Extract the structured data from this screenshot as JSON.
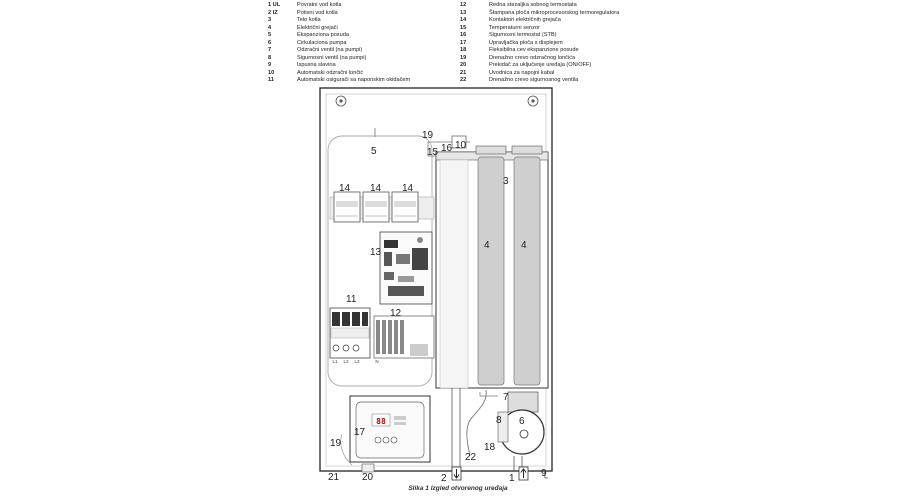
{
  "legend": {
    "left": [
      {
        "num": "1 UL",
        "label": "Povratni vod kotla"
      },
      {
        "num": "2 IZ",
        "label": "Potisni vod kotla"
      },
      {
        "num": "3",
        "label": "Telo kotla"
      },
      {
        "num": "4",
        "label": "Električni grejači"
      },
      {
        "num": "5",
        "label": "Ekspanziona posuda"
      },
      {
        "num": "6",
        "label": "Cirkulaciona pumpa"
      },
      {
        "num": "7",
        "label": "Odzračni ventil (na pumpi)"
      },
      {
        "num": "8",
        "label": "Sigurnosni ventil (na pumpi)"
      },
      {
        "num": "9",
        "label": "Ispusna slavina"
      },
      {
        "num": "10",
        "label": "Automatski odzračni lončić"
      },
      {
        "num": "11",
        "label": "Automatski osigurači sa naponskim okidačem"
      }
    ],
    "right": [
      {
        "num": "12",
        "label": "Redna stezaljka sobnog termostata"
      },
      {
        "num": "13",
        "label": "Štampana ploča mikroprocesorskog termoregulatora"
      },
      {
        "num": "14",
        "label": "Kontaktori električnih grejača"
      },
      {
        "num": "15",
        "label": "Temperaturni senzor"
      },
      {
        "num": "16",
        "label": "Sigurnosni termostat (STB)"
      },
      {
        "num": "17",
        "label": "Upravljačka ploča s displejem"
      },
      {
        "num": "18",
        "label": "Fleksibilna cev ekspanzione posude"
      },
      {
        "num": "19",
        "label": "Drenažno crevo odzračnog lončića"
      },
      {
        "num": "20",
        "label": "Prekidač za uključenje uređaja (ON/OFF)"
      },
      {
        "num": "21",
        "label": "Uvodnica za napojni kabal"
      },
      {
        "num": "22",
        "label": "Drenažno crevo sigurnosnog ventila"
      }
    ]
  },
  "callouts": {
    "c1": "1",
    "c2": "2",
    "c3": "3",
    "c4a": "4",
    "c4b": "4",
    "c5": "5",
    "c6": "6",
    "c7": "7",
    "c8": "8",
    "c9": "9",
    "c10": "10",
    "c11": "11",
    "c12": "12",
    "c13": "13",
    "c14a": "14",
    "c14b": "14",
    "c14c": "14",
    "c15": "15",
    "c16": "16",
    "c17": "17",
    "c18": "18",
    "c19a": "19",
    "c19b": "19",
    "c20": "20",
    "c21": "21",
    "c22": "22"
  },
  "display": {
    "reading": "88"
  },
  "breaker_labels": [
    "L1",
    "L2",
    "L3",
    "N"
  ],
  "caption": "Slika 1 Izgled otvorenog uređaja"
}
